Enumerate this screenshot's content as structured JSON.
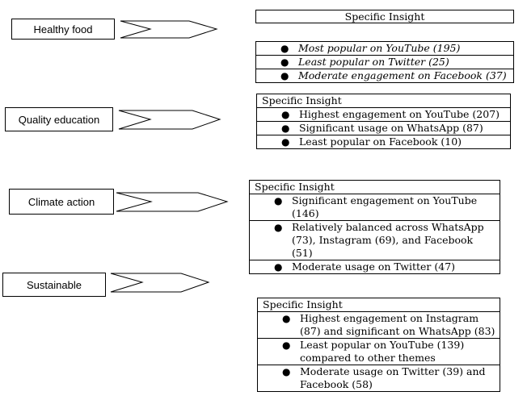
{
  "themes": [
    {
      "label": "Healthy food",
      "insight": {
        "header": "Specific Insight",
        "items": [
          "Most popular on YouTube (195)",
          "Least popular on Twitter (25)",
          "Moderate engagement on Facebook (37)"
        ]
      }
    },
    {
      "label": "Quality education",
      "insight": {
        "header": "Specific Insight",
        "items": [
          "Highest engagement on YouTube (207)",
          "Significant usage on WhatsApp (87)",
          "Least popular on Facebook (10)"
        ]
      }
    },
    {
      "label": "Climate action",
      "insight": {
        "header": "Specific Insight",
        "items": [
          "Significant engagement on YouTube (146)",
          "Relatively balanced across WhatsApp (73), Instagram (69), and Facebook (51)",
          "Moderate usage on Twitter (47)"
        ]
      }
    },
    {
      "label": "Sustainable",
      "insight": {
        "header": "Specific Insight",
        "items": [
          "Highest engagement on Instagram (87) and significant on WhatsApp (83)",
          "Least popular on YouTube (139) compared to other themes",
          "Moderate usage on Twitter (39) and Facebook (58)"
        ]
      }
    }
  ]
}
